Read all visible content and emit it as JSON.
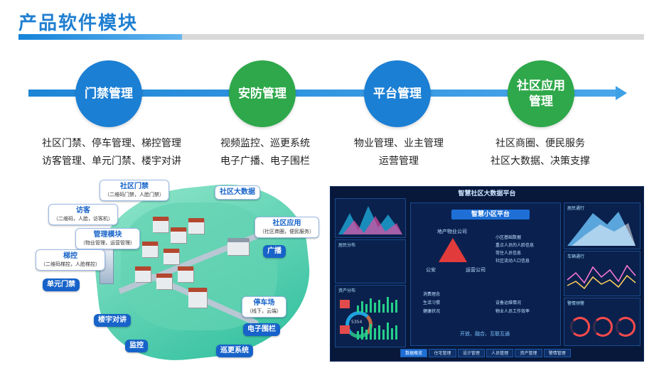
{
  "title": "产品软件模块",
  "modules": [
    {
      "label_lines": [
        "门禁管理"
      ],
      "desc_lines": [
        "社区门禁、停车管理、梯控管理",
        "访客管理、单元门禁、楼宇对讲"
      ]
    },
    {
      "label_lines": [
        "安防管理"
      ],
      "desc_lines": [
        "视频监控、巡更系统",
        "电子广播、电子围栏"
      ]
    },
    {
      "label_lines": [
        "平台管理"
      ],
      "desc_lines": [
        "物业管理、业主管理",
        "运营管理"
      ]
    },
    {
      "label_lines": [
        "社区应用",
        "管理"
      ],
      "desc_lines": [
        "社区商圈、便民服务",
        "社区大数据、决策支撑"
      ]
    }
  ],
  "colors": {
    "blue": "#1b7fd4",
    "green": "#2ea84a",
    "tag_blue": "#1763c9"
  },
  "map_tags": {
    "community_gate": {
      "label": "社区门禁",
      "sub": "（二维码门禁，人脸门禁）"
    },
    "big_data": {
      "label": "社区大数据"
    },
    "visitor": {
      "label": "访客",
      "sub": "（二维码，人脸，访客机）"
    },
    "manage_module": {
      "label": "管理模块",
      "sub": "（物业管理，运营管理）"
    },
    "app": {
      "label": "社区应用",
      "sub": "（社区商圈，便民服务）"
    },
    "broadcast": {
      "label": "广播"
    },
    "elevator": {
      "label": "梯控",
      "sub": "（二维码梯控，人脸梯控）"
    },
    "unit_gate": {
      "label": "单元门禁"
    },
    "parking": {
      "label": "停车场",
      "sub": "（线下，云端）"
    },
    "intercom": {
      "label": "楼宇对讲"
    },
    "fence": {
      "label": "电子围栏"
    },
    "monitor": {
      "label": "监控"
    },
    "patrol": {
      "label": "巡更系统"
    }
  },
  "dashboard": {
    "title": "智慧社区大数据平台",
    "center_title": "智慧小区平台",
    "resident_dist": "居民分布",
    "house_dist": "资产分布",
    "resident_flow": "居民通行",
    "vehicle_flow": "车辆通行",
    "alert": "警情预警",
    "center_top": "地产物业公司",
    "center_left": "公安",
    "center_right": "运营公司",
    "center_list": [
      "小区基础数据",
      "重点人员的人脸信息",
      "常住人员信息",
      "社区流动人口信息"
    ],
    "center_bottom_list": [
      "消费理念",
      "生活习惯",
      "健康状况",
      "设备运维情况",
      "物业人员工作效率"
    ],
    "center_footer": "开放、融合、互联互通",
    "donut_value": "5354",
    "tabs": [
      "数据概览",
      "住宅管理",
      "设计管理",
      "人员管理",
      "资产管理",
      "警情管理"
    ]
  }
}
